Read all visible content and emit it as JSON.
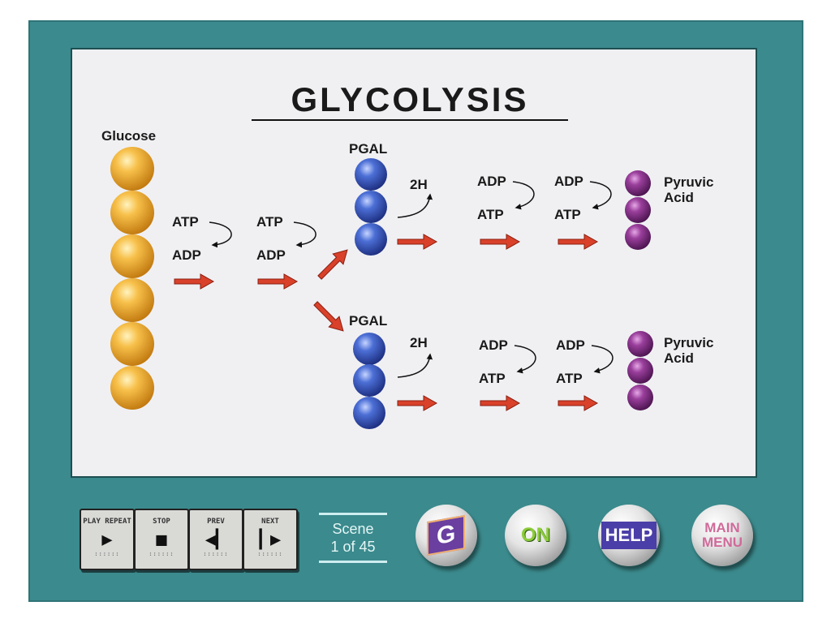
{
  "diagram": {
    "title": "GLYCOLYSIS",
    "glucose_label": "Glucose",
    "step1": {
      "top": "ATP",
      "bottom": "ADP"
    },
    "step2": {
      "top": "ATP",
      "bottom": "ADP"
    },
    "branches": [
      {
        "pgal": "PGAL",
        "h": "2H",
        "s1": {
          "top": "ADP",
          "bottom": "ATP"
        },
        "s2": {
          "top": "ADP",
          "bottom": "ATP"
        },
        "product_line1": "Pyruvic",
        "product_line2": "Acid"
      },
      {
        "pgal": "PGAL",
        "h": "2H",
        "s1": {
          "top": "ADP",
          "bottom": "ATP"
        },
        "s2": {
          "top": "ADP",
          "bottom": "ATP"
        },
        "product_line1": "Pyruvic",
        "product_line2": "Acid"
      }
    ],
    "colors": {
      "glucose": "#f2b035",
      "pgal": "#3f5fc0",
      "pyruvic": "#8a3a8c",
      "arrow": "#d9412a"
    }
  },
  "controls": {
    "play": {
      "label": "PLAY REPEAT",
      "icon": "▶"
    },
    "stop": {
      "label": "STOP",
      "icon": "■"
    },
    "prev": {
      "label": "PREV",
      "icon": "◀▎"
    },
    "next": {
      "label": "NEXT",
      "icon": "▎▶"
    },
    "dots": "::::::"
  },
  "scene": {
    "line1": "Scene",
    "line2": "1 of 45"
  },
  "round_buttons": {
    "glossary": "G",
    "audio": "ON",
    "help": "HELP",
    "main_line1": "MAIN",
    "main_line2": "MENU"
  }
}
